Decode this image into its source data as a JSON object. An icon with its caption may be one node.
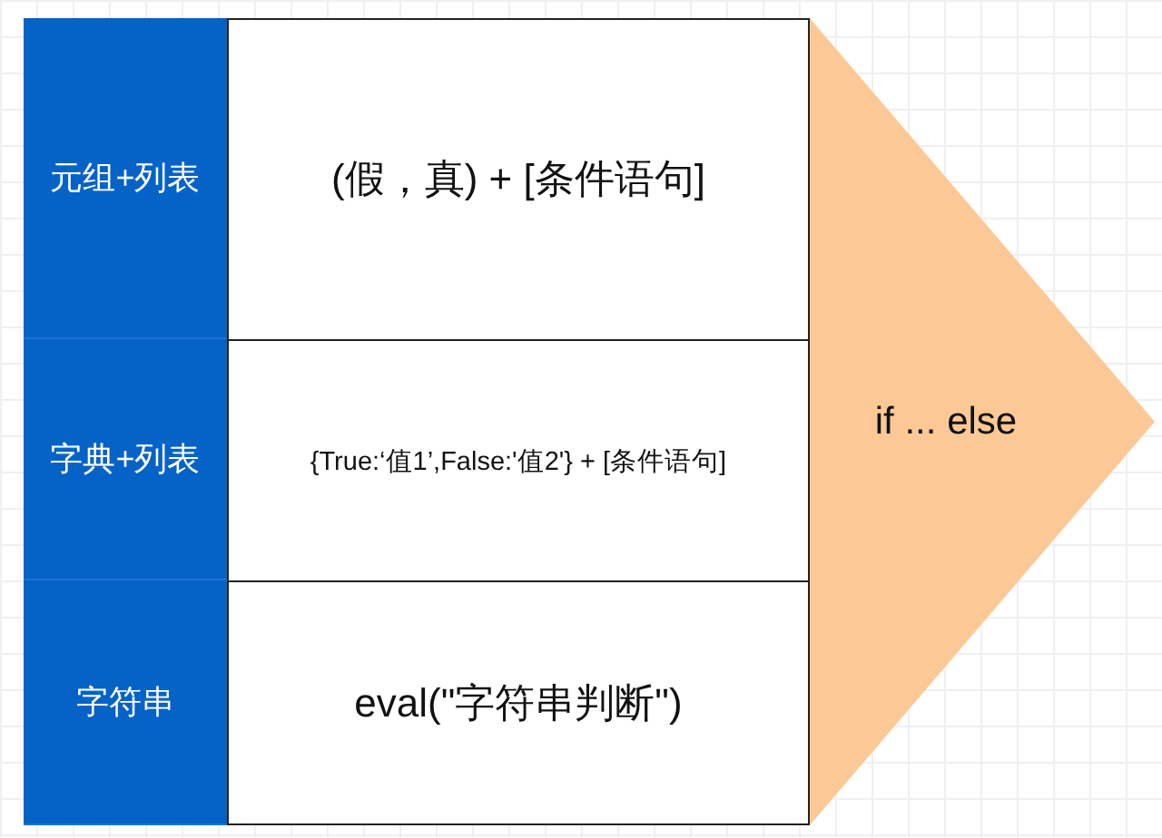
{
  "diagram": {
    "nodes": [
      {
        "text": [
          "元组+列表"
        ]
      },
      {
        "text": [
          "(假，真) + [条件语句]"
        ]
      },
      {
        "text": [
          "字典+列表"
        ]
      },
      {
        "text": [
          "{True:‘值1’,False:'值2'} + [条件语句]"
        ]
      },
      {
        "text": [
          "字符串"
        ]
      },
      {
        "text": [
          "eval(\"字符串判断\")"
        ]
      },
      {
        "text": [
          "if ... else"
        ]
      }
    ]
  }
}
